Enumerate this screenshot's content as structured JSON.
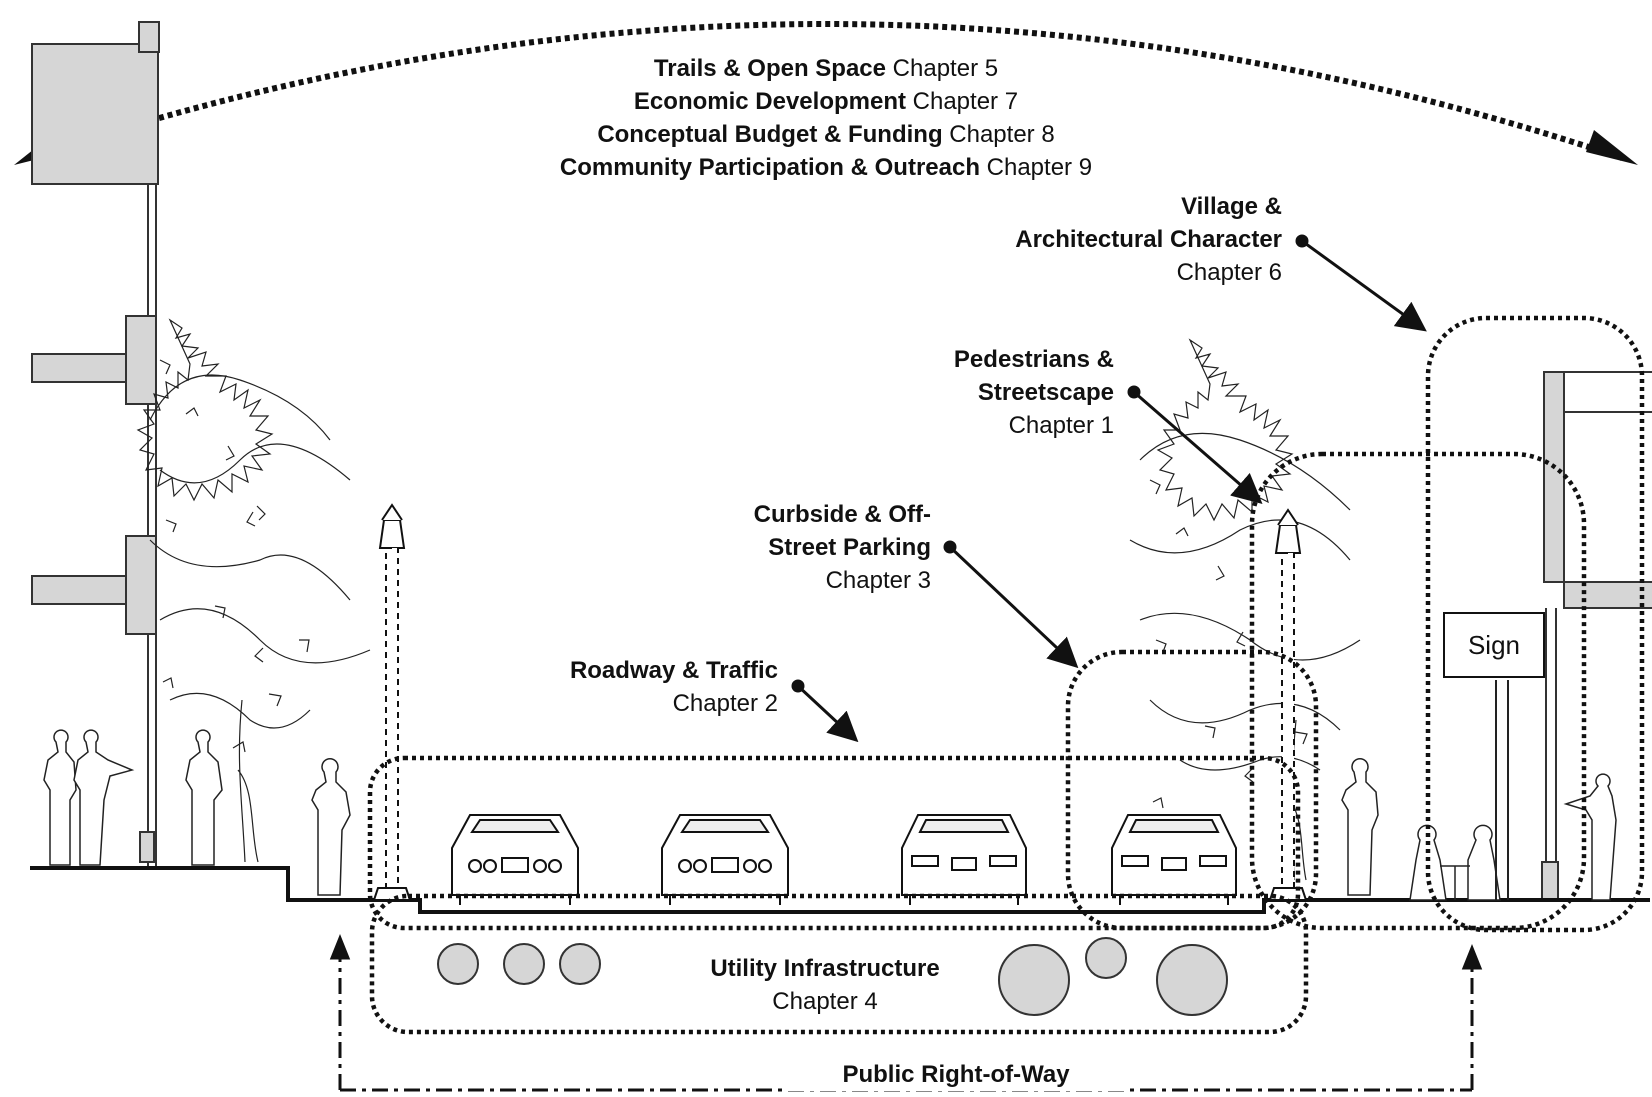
{
  "top_chapters": [
    {
      "title": "Trails & Open Space",
      "chapter": "Chapter 5"
    },
    {
      "title": "Economic Development",
      "chapter": "Chapter 7"
    },
    {
      "title": "Conceptual Budget & Funding",
      "chapter": "Chapter 8"
    },
    {
      "title": "Community Participation & Outreach",
      "chapter": "Chapter 9"
    }
  ],
  "village": {
    "line1": "Village  &",
    "line2": "Architectural Character",
    "chapter": "Chapter 6"
  },
  "pedestrians": {
    "line1": "Pedestrians &",
    "line2": "Streetscape",
    "chapter": "Chapter 1"
  },
  "parking": {
    "line1": "Curbside & Off-",
    "line2": "Street Parking",
    "chapter": "Chapter 3"
  },
  "roadway": {
    "title": "Roadway & Traffic",
    "chapter": "Chapter 2"
  },
  "utility": {
    "title": "Utility Infrastructure",
    "chapter": "Chapter  4"
  },
  "sign_text": "Sign",
  "row_label": "Public Right-of-Way"
}
